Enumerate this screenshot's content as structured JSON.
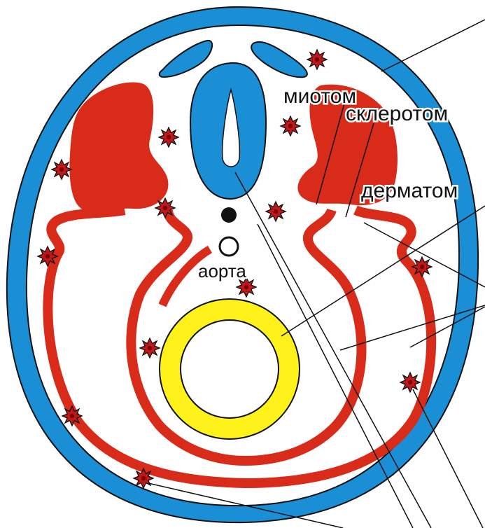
{
  "labels": {
    "miotom": "миотом",
    "sklerotom": "склеротом",
    "dermatom": "дерматом",
    "aorta": "аорта"
  },
  "colors": {
    "ectoderm_blue": "#1b8fd6",
    "mesoderm_red": "#d92b1a",
    "endoderm_yellow": "#fff21a",
    "mesenchyme_star": "#c01818",
    "outline": "#111111",
    "background": "#ffffff"
  },
  "icons": {
    "mesenchyme_cell": "star-cell-icon",
    "notochord": "filled-circle-icon",
    "aorta": "open-circle-icon"
  }
}
